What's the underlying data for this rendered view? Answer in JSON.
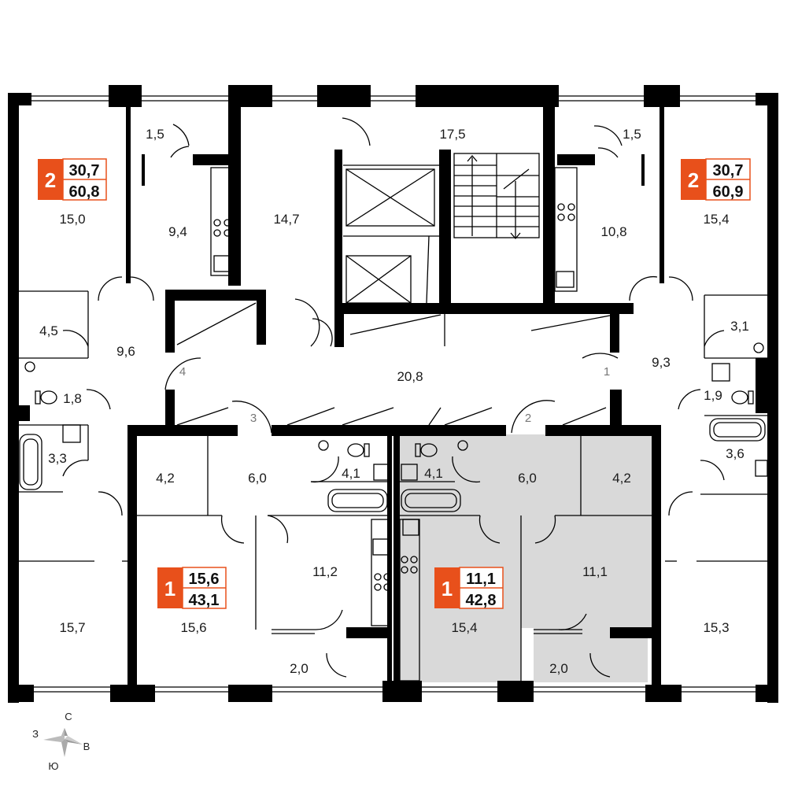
{
  "rooms": {
    "r1": "1,5",
    "r2": "17,5",
    "r3": "1,5",
    "r4": "15,0",
    "r5": "9,4",
    "r6": "14,7",
    "r7": "10,8",
    "r8": "15,4",
    "r9": "4,5",
    "r10": "9,6",
    "r11": "20,8",
    "r12": "9,3",
    "r13": "3,1",
    "r14": "1,8",
    "r15": "1,9",
    "r16": "3,3",
    "r17": "3,6",
    "r18": "4,2",
    "r19": "6,0",
    "r20": "4,1",
    "r21": "4,1",
    "r22": "6,0",
    "r23": "4,2",
    "r24": "11,2",
    "r25": "11,1",
    "r26": "15,7",
    "r27": "15,6",
    "r28": "15,4",
    "r29": "15,3",
    "r30": "2,0",
    "r31": "2,0"
  },
  "doors": {
    "d1": "4",
    "d2": "3",
    "d3": "1",
    "d4": "2"
  },
  "badges": [
    {
      "rooms": "2",
      "living": "30,7",
      "total": "60,8"
    },
    {
      "rooms": "2",
      "living": "30,7",
      "total": "60,9"
    },
    {
      "rooms": "1",
      "living": "15,6",
      "total": "43,1"
    },
    {
      "rooms": "1",
      "living": "11,1",
      "total": "42,8"
    }
  ],
  "compass": {
    "n": "С",
    "s": "Ю",
    "e": "В",
    "w": "З"
  },
  "colors": {
    "accent": "#e8501b",
    "wall": "#000000",
    "highlight": "#d9d9d9"
  }
}
